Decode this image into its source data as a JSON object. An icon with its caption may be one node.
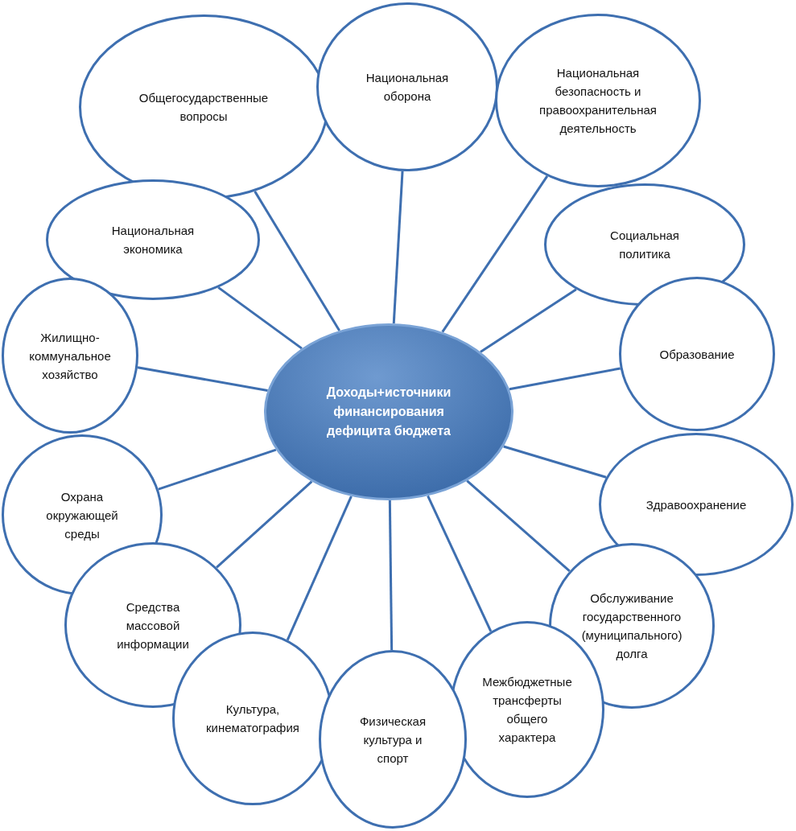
{
  "diagram": {
    "nodes": [
      {
        "text": [
          "Доходы+источники финансирования дефицита бюджета"
        ]
      },
      {
        "text": [
          "Общегосударственные вопросы"
        ]
      },
      {
        "text": [
          "Национальная оборона"
        ]
      },
      {
        "text": [
          "Национальная безопасность и правоохранительная деятельность"
        ]
      },
      {
        "text": [
          "Национальная экономика"
        ]
      },
      {
        "text": [
          "Социальная политика"
        ]
      },
      {
        "text": [
          "Жилищно-коммунальное хозяйство"
        ]
      },
      {
        "text": [
          "Образование"
        ]
      },
      {
        "text": [
          "Охрана окружающей среды"
        ]
      },
      {
        "text": [
          "Здравоохранение"
        ]
      },
      {
        "text": [
          "Средства массовой информации"
        ]
      },
      {
        "text": [
          "Обслуживание государственного (муниципального) долга"
        ]
      },
      {
        "text": [
          "Культура, кинематография"
        ]
      },
      {
        "text": [
          "Межбюджетные трансферты общего характера"
        ]
      },
      {
        "text": [
          "Физическая культура и спорт"
        ]
      }
    ],
    "edges": [
      {
        "from": 0,
        "to": 1,
        "arrow": "none"
      },
      {
        "from": 0,
        "to": 2,
        "arrow": "none"
      },
      {
        "from": 0,
        "to": 3,
        "arrow": "none"
      },
      {
        "from": 0,
        "to": 4,
        "arrow": "none"
      },
      {
        "from": 0,
        "to": 5,
        "arrow": "none"
      },
      {
        "from": 0,
        "to": 6,
        "arrow": "none"
      },
      {
        "from": 0,
        "to": 7,
        "arrow": "none"
      },
      {
        "from": 0,
        "to": 8,
        "arrow": "none"
      },
      {
        "from": 0,
        "to": 9,
        "arrow": "none"
      },
      {
        "from": 0,
        "to": 10,
        "arrow": "none"
      },
      {
        "from": 0,
        "to": 11,
        "arrow": "none"
      },
      {
        "from": 0,
        "to": 12,
        "arrow": "none"
      },
      {
        "from": 0,
        "to": 13,
        "arrow": "none"
      },
      {
        "from": 0,
        "to": 14,
        "arrow": "none"
      }
    ]
  }
}
